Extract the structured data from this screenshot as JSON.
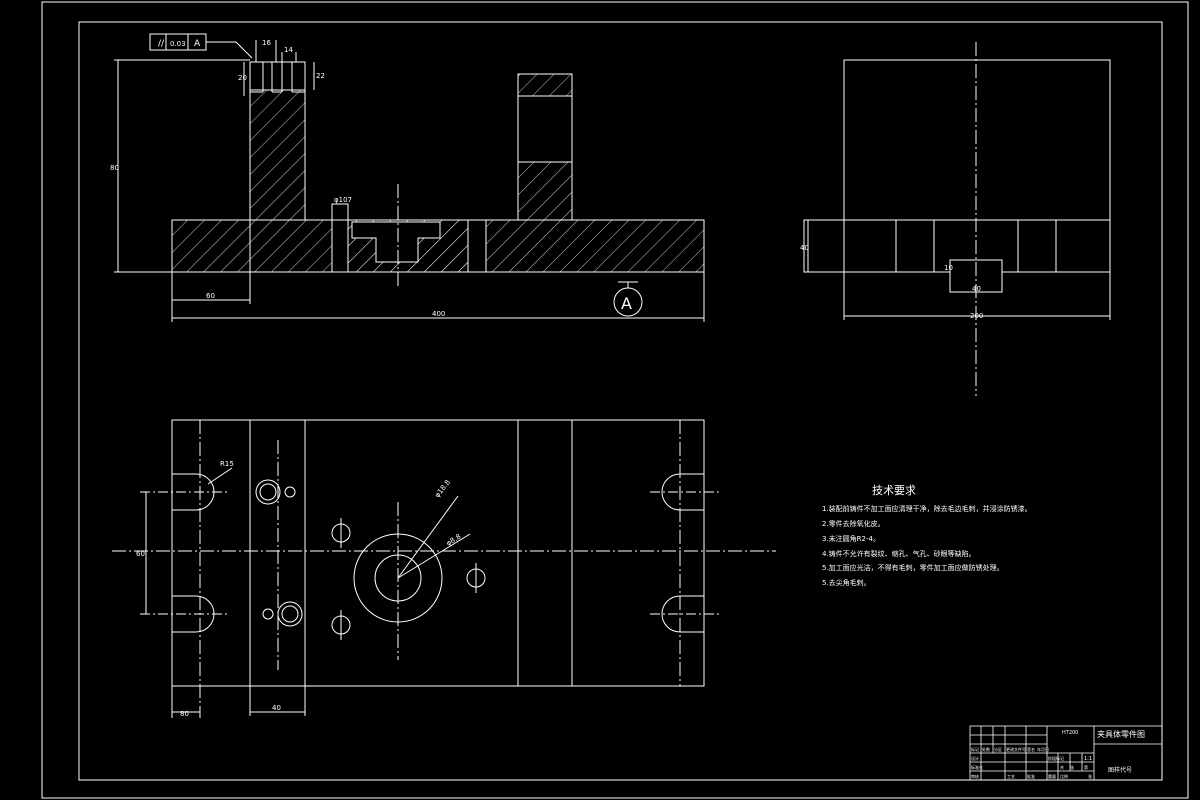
{
  "colors": {
    "background": "#000000",
    "line": "#ffffff"
  },
  "front_view": {
    "tolerance_frame": {
      "symbol": "//",
      "value": "0.03",
      "datum": "A"
    },
    "dims": {
      "slot_width": "16",
      "slot_gap": "14",
      "slot_depth_left": "20",
      "slot_depth_right": "22",
      "total_height": "80",
      "left_offset": "60",
      "total_length": "400",
      "hole_callout": "φ107"
    },
    "view_marker": "A"
  },
  "side_view": {
    "dims": {
      "height": "40",
      "slot_height": "10",
      "slot_width": "40",
      "width": "200"
    }
  },
  "top_view": {
    "dims": {
      "slot_radius": "R15",
      "hole_big": "φ18.8",
      "hole_small": "φ8.8",
      "slot_spacing": "60",
      "edge_left": "80",
      "block_width": "40"
    }
  },
  "tech_notes": {
    "title": "技术要求",
    "items": [
      "1.装配前铸件不加工面应清理干净，除去毛边毛刺，并浸涂防锈漆。",
      "2.零件去除氧化皮。",
      "3.未注圆角R2-4。",
      "4.铸件不允许有裂纹、缩孔、气孔、砂眼等缺陷。",
      "5.加工面应光洁，不得有毛刺，零件加工面应做防锈处理。",
      "5.去尖角毛刺。"
    ]
  },
  "title_block": {
    "drawing_name": "夹具体零件图",
    "material": "HT200",
    "scale": "1:1",
    "drawing_code": "图样代号",
    "cells": [
      "标记",
      "处数",
      "分区",
      "更改文件号",
      "签名",
      "年月日",
      "设计",
      "标准化",
      "阶段标记",
      "重量",
      "比例",
      "审核",
      "工艺",
      "批准",
      "共",
      "张",
      "第",
      "张"
    ]
  }
}
